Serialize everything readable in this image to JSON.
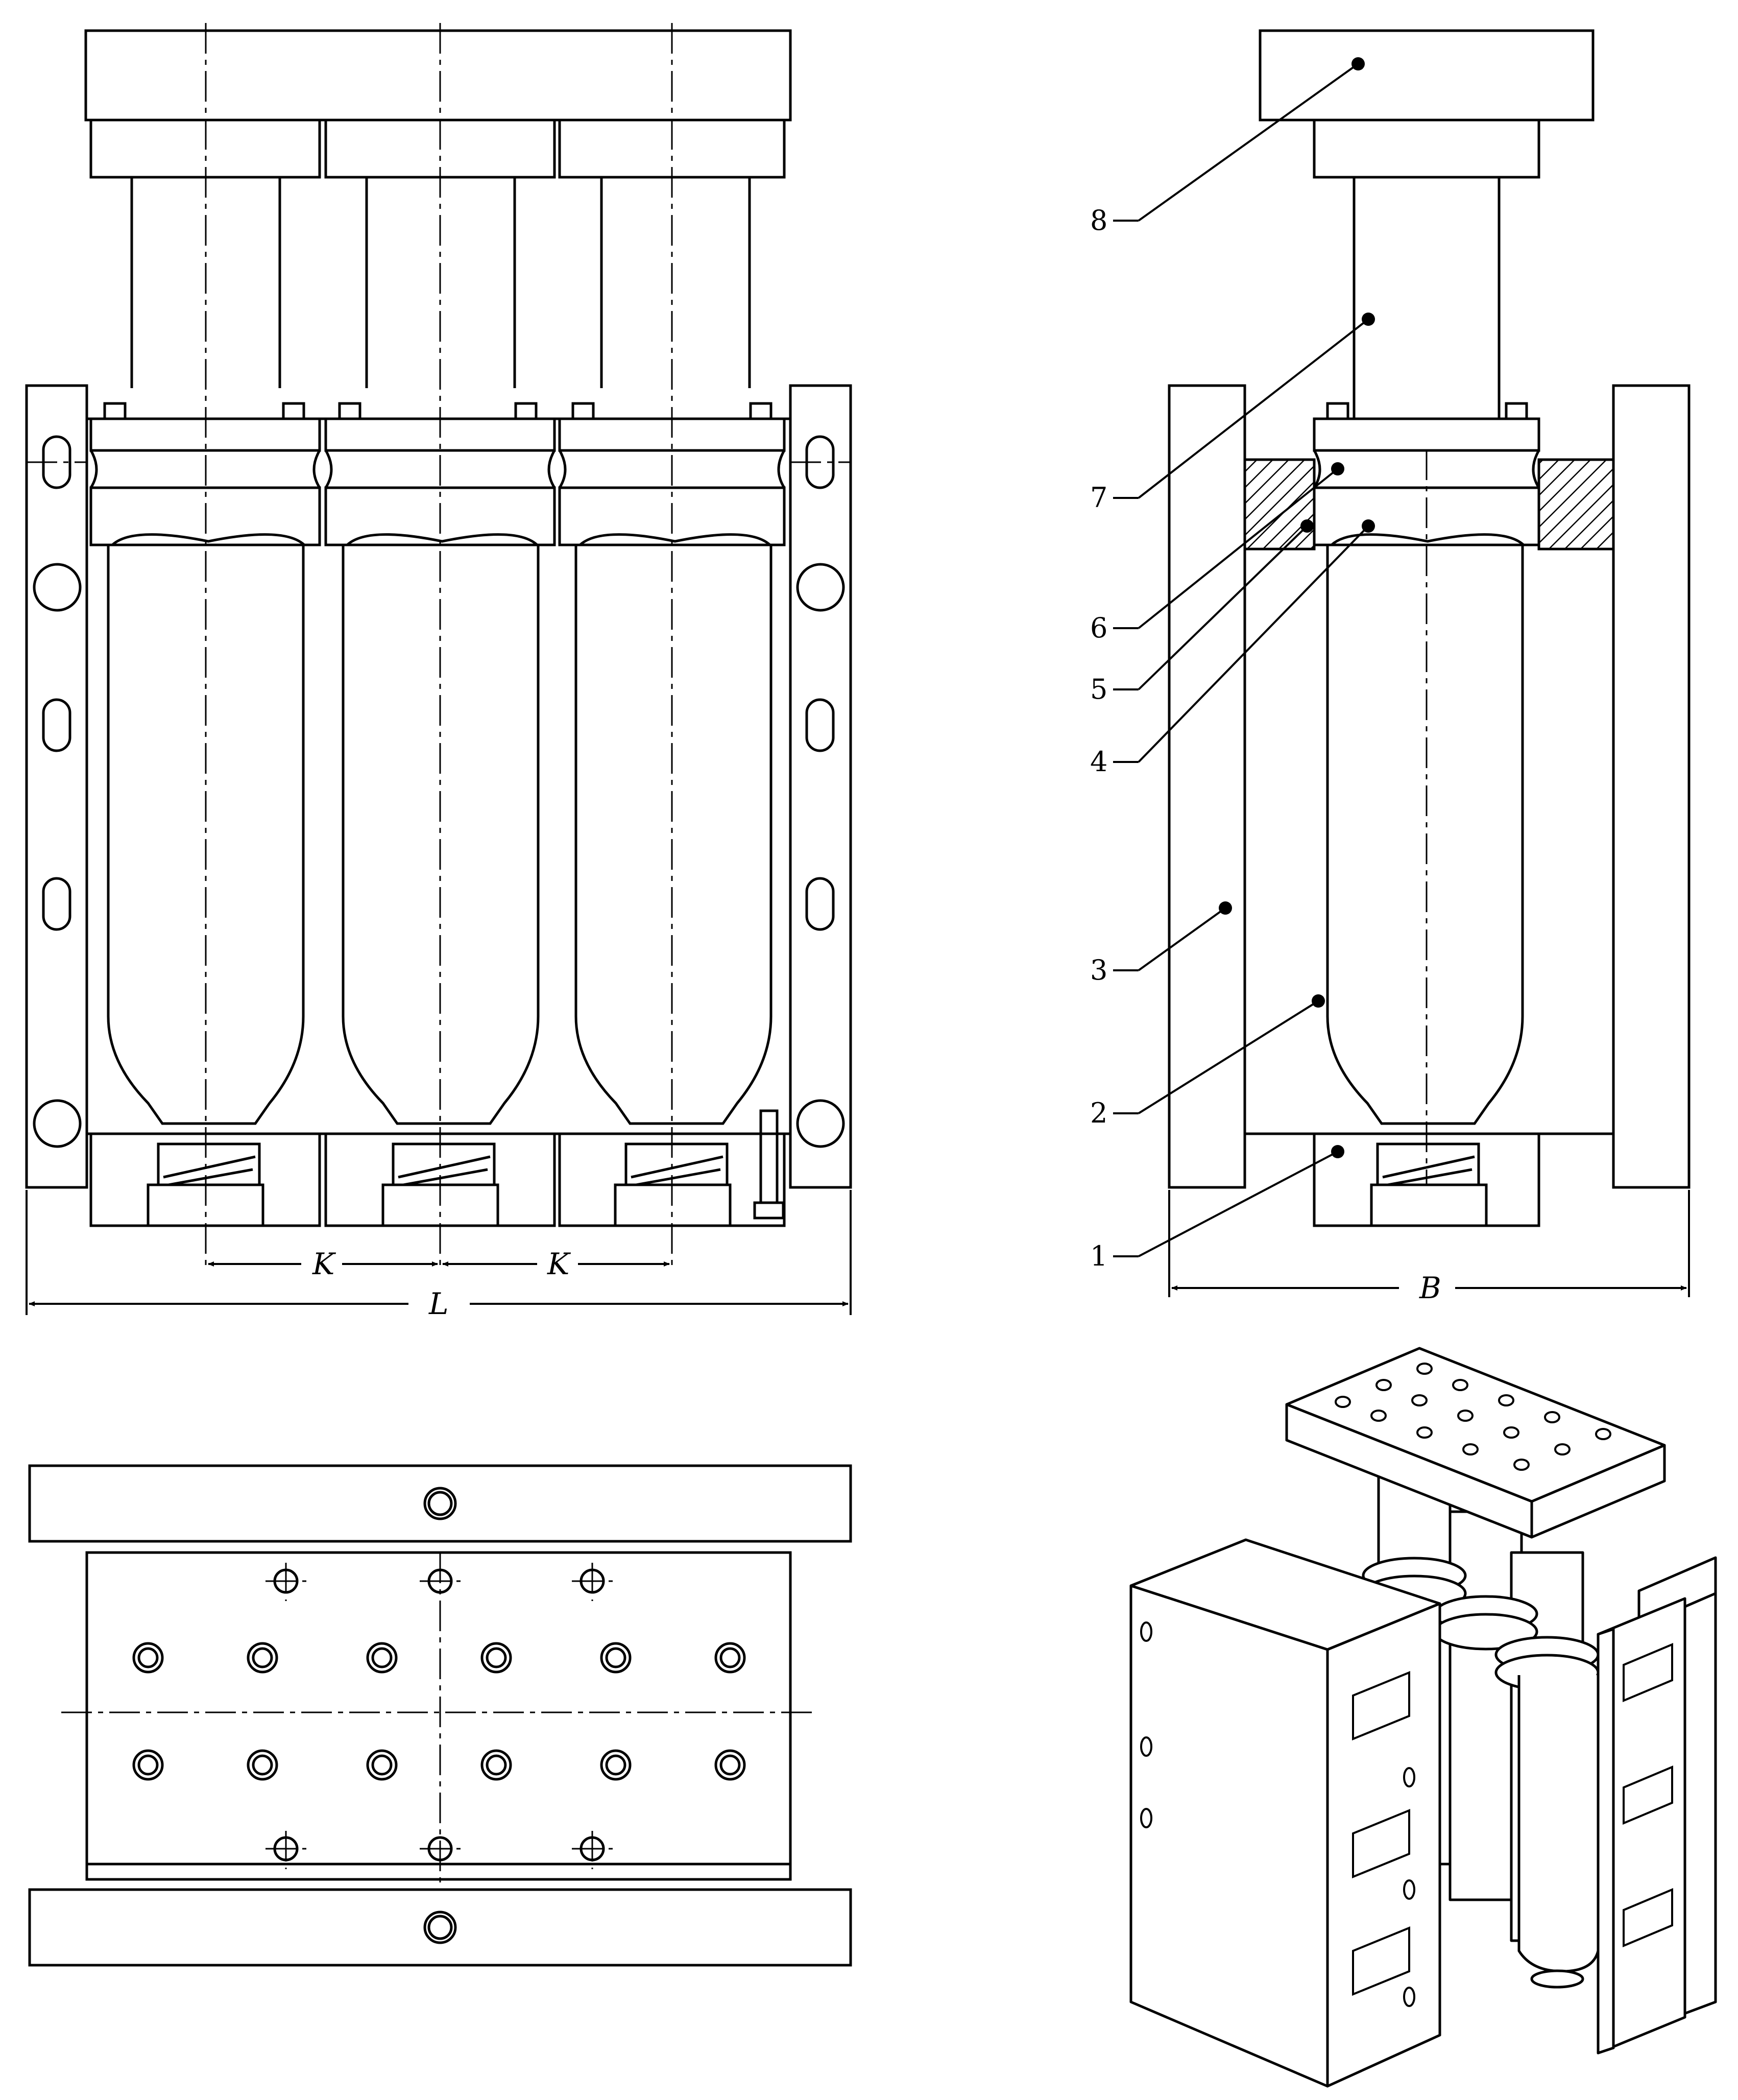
{
  "dimensions": {
    "pitch": "K",
    "length": "L",
    "width": "B"
  },
  "callouts": [
    {
      "id": "8",
      "label": "8"
    },
    {
      "id": "7",
      "label": "7"
    },
    {
      "id": "6",
      "label": "6"
    },
    {
      "id": "5",
      "label": "5"
    },
    {
      "id": "4",
      "label": "4"
    },
    {
      "id": "3",
      "label": "3"
    },
    {
      "id": "2",
      "label": "2"
    },
    {
      "id": "1",
      "label": "1"
    }
  ],
  "colors": {
    "line": "#000000",
    "background": "#ffffff"
  }
}
